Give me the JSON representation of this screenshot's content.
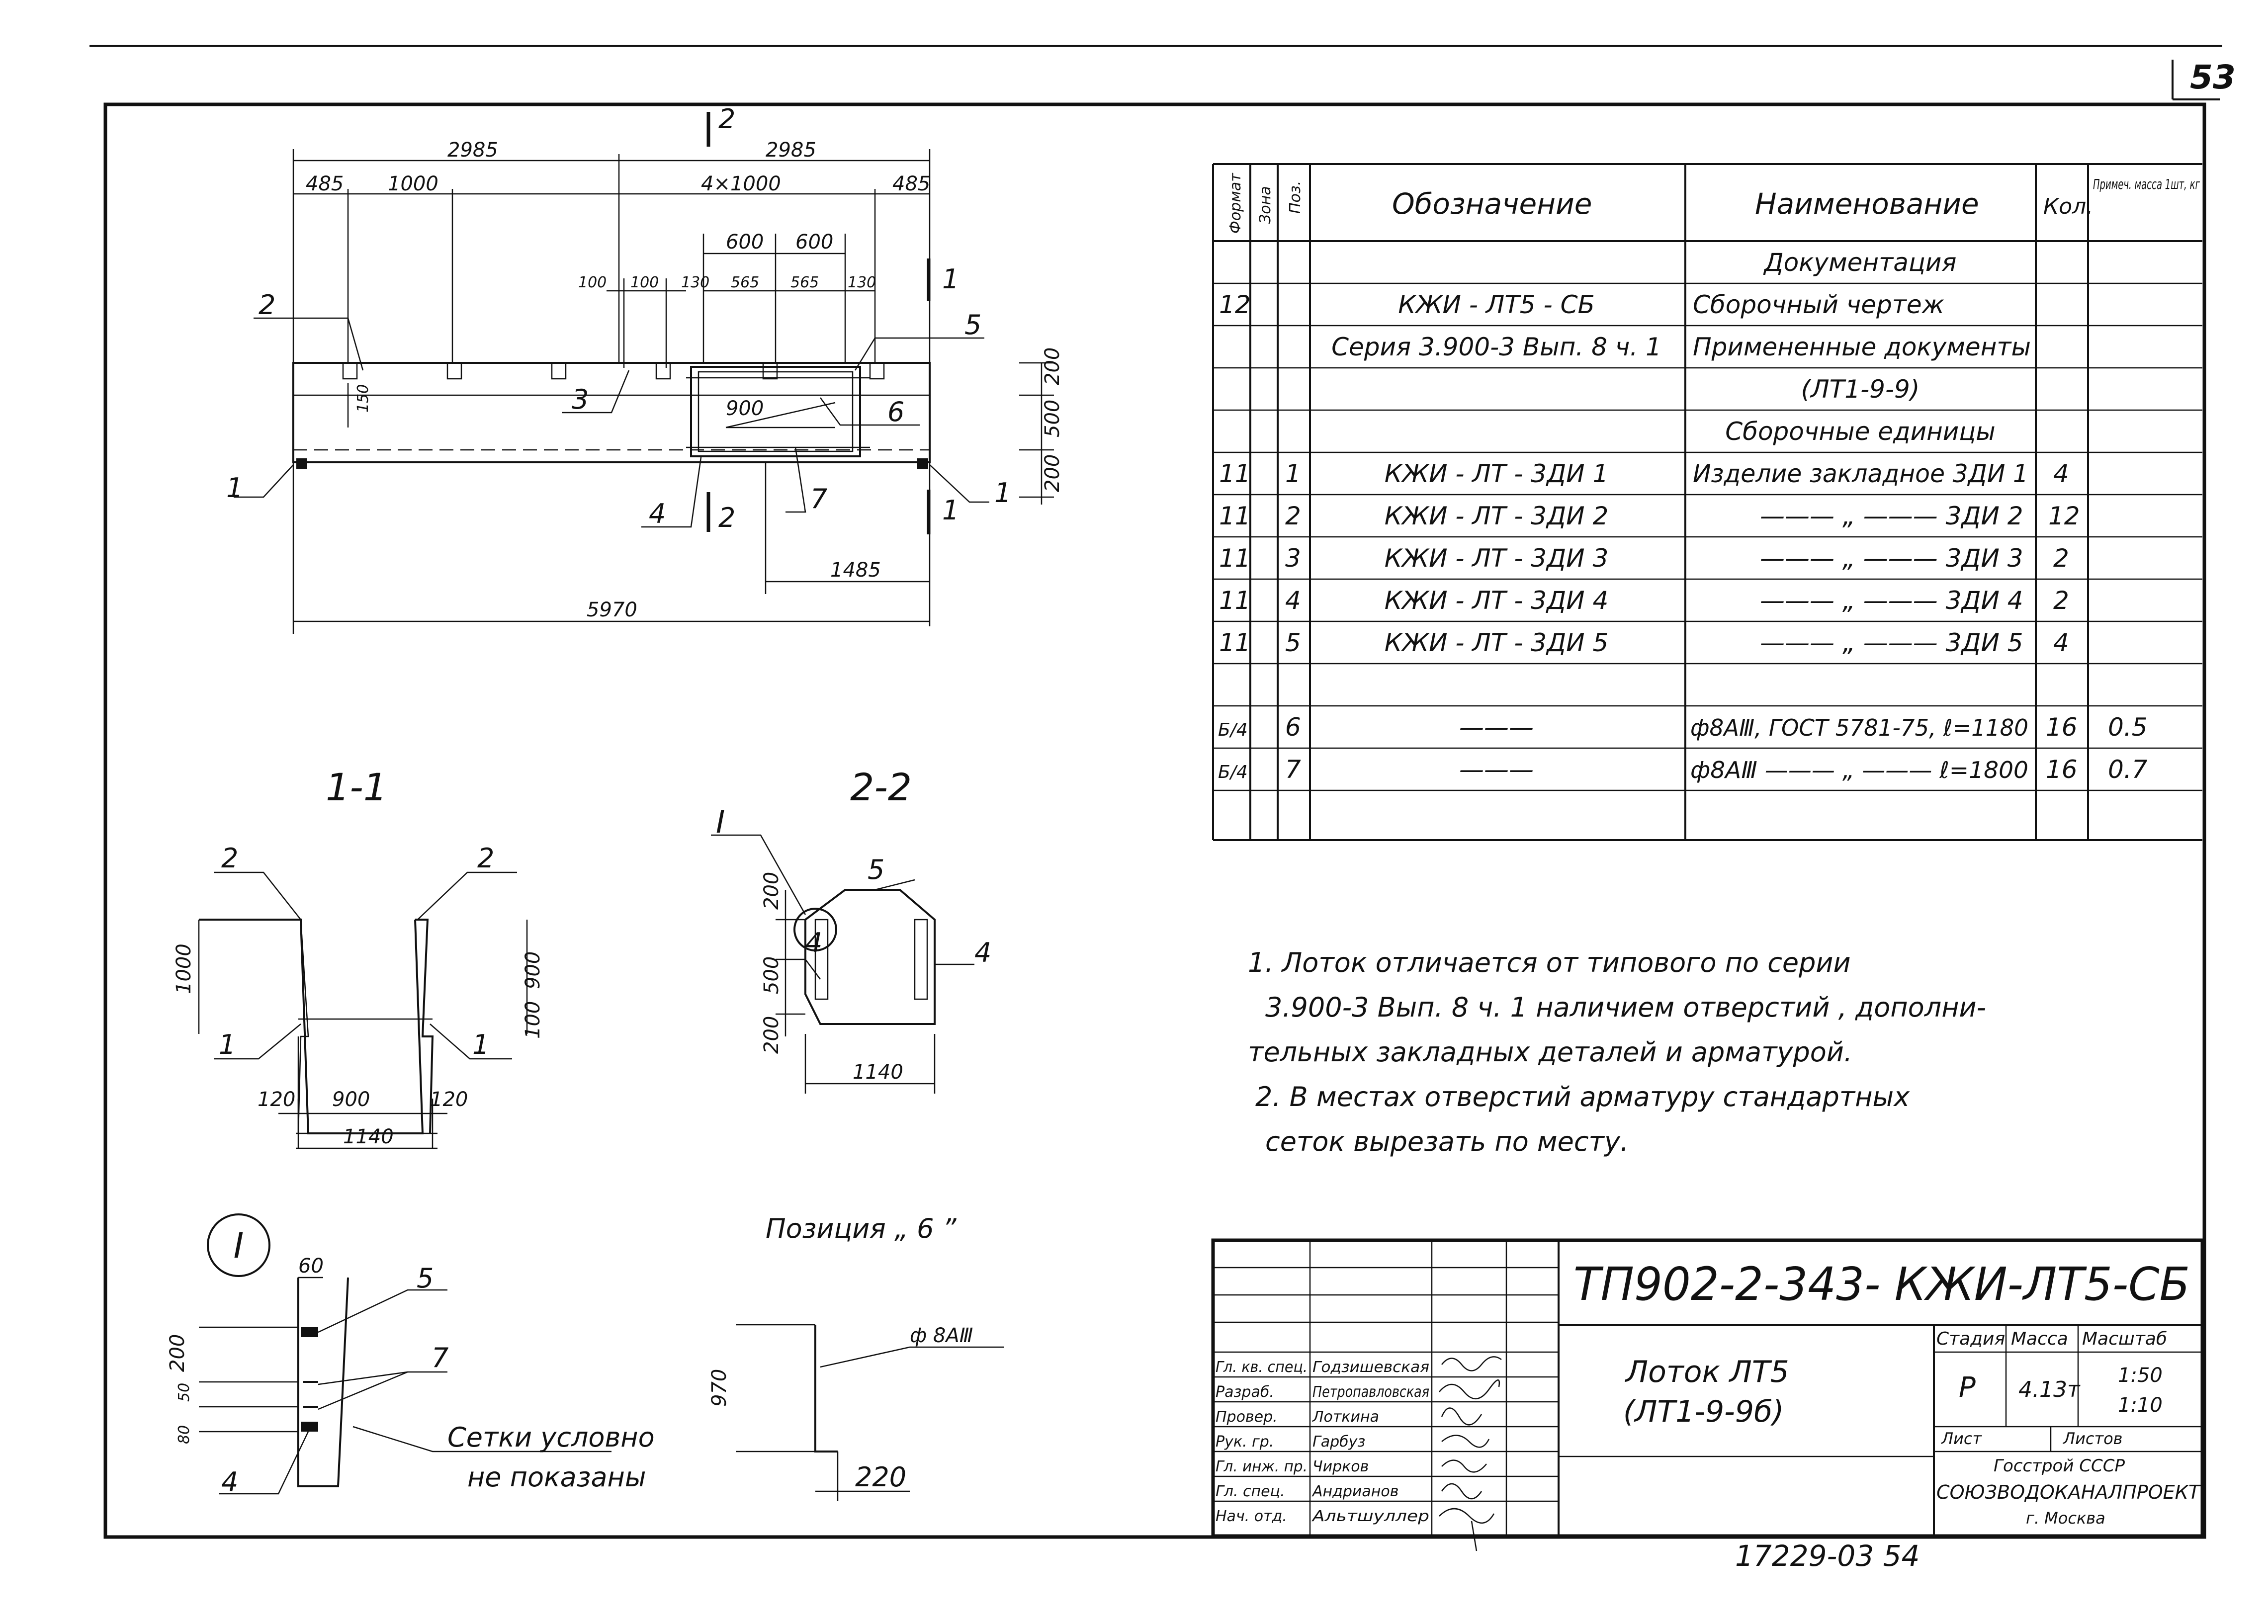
{
  "page_number": "53",
  "plan": {
    "section_mark": "2",
    "dims": {
      "left_span": "2985",
      "right_span": "2985",
      "edge_left": "485",
      "pitch": "1000",
      "multi": "4×1000",
      "edge_right": "485",
      "d600a": "600",
      "d600b": "600",
      "d100a": "100",
      "d100b": "100",
      "d130a": "130",
      "d565a": "565",
      "d565b": "565",
      "d130b": "130",
      "d150": "150",
      "d900": "900",
      "h200a": "200",
      "h500": "500",
      "h200b": "200",
      "d1485": "1485",
      "total": "5970"
    },
    "leaders": [
      "1",
      "2",
      "3",
      "4",
      "5",
      "6",
      "7",
      "1"
    ],
    "cut_marks": [
      "1",
      "1",
      "2",
      "2"
    ]
  },
  "section_1": {
    "title": "1-1",
    "dims": {
      "h1000": "1000",
      "h900": "900",
      "h100": "100",
      "w120a": "120",
      "w900": "900",
      "w120b": "120",
      "w1140": "1140"
    },
    "leaders": [
      "2",
      "2",
      "1",
      "1"
    ]
  },
  "section_2": {
    "title": "2-2",
    "dims": {
      "h200a": "200",
      "h500": "500",
      "h200b": "200",
      "w1140": "1140"
    },
    "leaders": [
      "I",
      "5",
      "4",
      "4"
    ]
  },
  "detail": {
    "mark": "I",
    "dims": {
      "w60": "60",
      "h200": "200",
      "d50": "50",
      "d80": "80"
    },
    "leaders": [
      "5",
      "7",
      "4"
    ],
    "note_line1": "Сетки условно",
    "note_line2": "не показаны"
  },
  "position6": {
    "title": "Позиция „ 6 ”",
    "dims": {
      "h970": "970",
      "w220": "220"
    },
    "bar": "ф 8АⅢ"
  },
  "spec": {
    "headers": {
      "format": "Формат",
      "zone": "Зона",
      "pos": "Поз.",
      "designation": "Обозначение",
      "name": "Наименование",
      "qty": "Кол.",
      "note": "Примеч. масса 1шт, кг"
    },
    "rows": [
      {
        "format": "",
        "pos": "",
        "designation": "",
        "name": "Документация",
        "qty": "",
        "note": ""
      },
      {
        "format": "12",
        "pos": "",
        "designation": "КЖИ - ЛТ5 - СБ",
        "name": "Сборочный   чертеж",
        "qty": "",
        "note": ""
      },
      {
        "format": "",
        "pos": "",
        "designation": "Серия  3.900-3  Вып. 8 ч. 1",
        "name": "Примененные документы",
        "qty": "",
        "note": ""
      },
      {
        "format": "",
        "pos": "",
        "designation": "",
        "name": "(ЛТ1-9-9)",
        "qty": "",
        "note": ""
      },
      {
        "format": "",
        "pos": "",
        "designation": "",
        "name": "Сборочные  единицы",
        "qty": "",
        "note": ""
      },
      {
        "format": "11",
        "pos": "1",
        "designation": "КЖИ - ЛТ - 3ДИ 1",
        "name": "Изделие  закладное  3ДИ 1",
        "qty": "4",
        "note": ""
      },
      {
        "format": "11",
        "pos": "2",
        "designation": "КЖИ - ЛТ - 3ДИ 2",
        "name": "——— „ ———      3ДИ 2",
        "qty": "12",
        "note": ""
      },
      {
        "format": "11",
        "pos": "3",
        "designation": "КЖИ - ЛТ - 3ДИ 3",
        "name": "——— „ ———      3ДИ 3",
        "qty": "2",
        "note": ""
      },
      {
        "format": "11",
        "pos": "4",
        "designation": "КЖИ - ЛТ - 3ДИ 4",
        "name": "——— „ ———      3ДИ 4",
        "qty": "2",
        "note": ""
      },
      {
        "format": "11",
        "pos": "5",
        "designation": "КЖИ - ЛТ - 3ДИ 5",
        "name": "——— „ ———      3ДИ 5",
        "qty": "4",
        "note": ""
      },
      {
        "format": "",
        "pos": "",
        "designation": "",
        "name": "",
        "qty": "",
        "note": ""
      },
      {
        "format": "Б/4",
        "pos": "6",
        "designation": "———",
        "name": "ф8АⅢ, ГОСТ 5781-75,  ℓ=1180",
        "qty": "16",
        "note": "0.5"
      },
      {
        "format": "Б/4",
        "pos": "7",
        "designation": "———",
        "name": "ф8АⅢ  ——— „ ———   ℓ=1800",
        "qty": "16",
        "note": "0.7"
      }
    ]
  },
  "notes": [
    "1. Лоток   отличается   от   типового   по  серии",
    "3.900-3  Вып. 8  ч. 1   наличием   отверстий , дополни-",
    "тельных  закладных   деталей   и   арматурой.",
    "2. В   местах   отверстий   арматуру   стандартных",
    "сеток   вырезать   по  месту."
  ],
  "title_block": {
    "code": "ТП902-2-343-  КЖИ-ЛТ5-СБ",
    "title_line1": "Лоток   ЛТ5",
    "title_line2": "(ЛТ1-9-9б)",
    "stage_label": "Стадия",
    "mass_label": "Масса",
    "scale_label": "Масштаб",
    "stage": "Р",
    "mass": "4.13т",
    "scale1": "1:50",
    "scale2": "1:10",
    "sheet_label": "Лист",
    "sheets_label": "Листов",
    "org1": "Госстрой СССР",
    "org2": "СОЮЗВОДОКАНАЛПРОЕКТ",
    "org3": "г. Москва",
    "roles": [
      "Гл. кв. спец.",
      "Разраб.",
      "Провер.",
      "Рук. гр.",
      "Гл. инж. пр.",
      "Гл. спец.",
      "Нач. отд."
    ],
    "names": [
      "Годзишевская",
      "Петропавловская",
      "Лоткина",
      "Гарбуз",
      "Чирков",
      "Андрианов",
      "Альтшуллер"
    ]
  },
  "footer_code": "17229-03  54"
}
